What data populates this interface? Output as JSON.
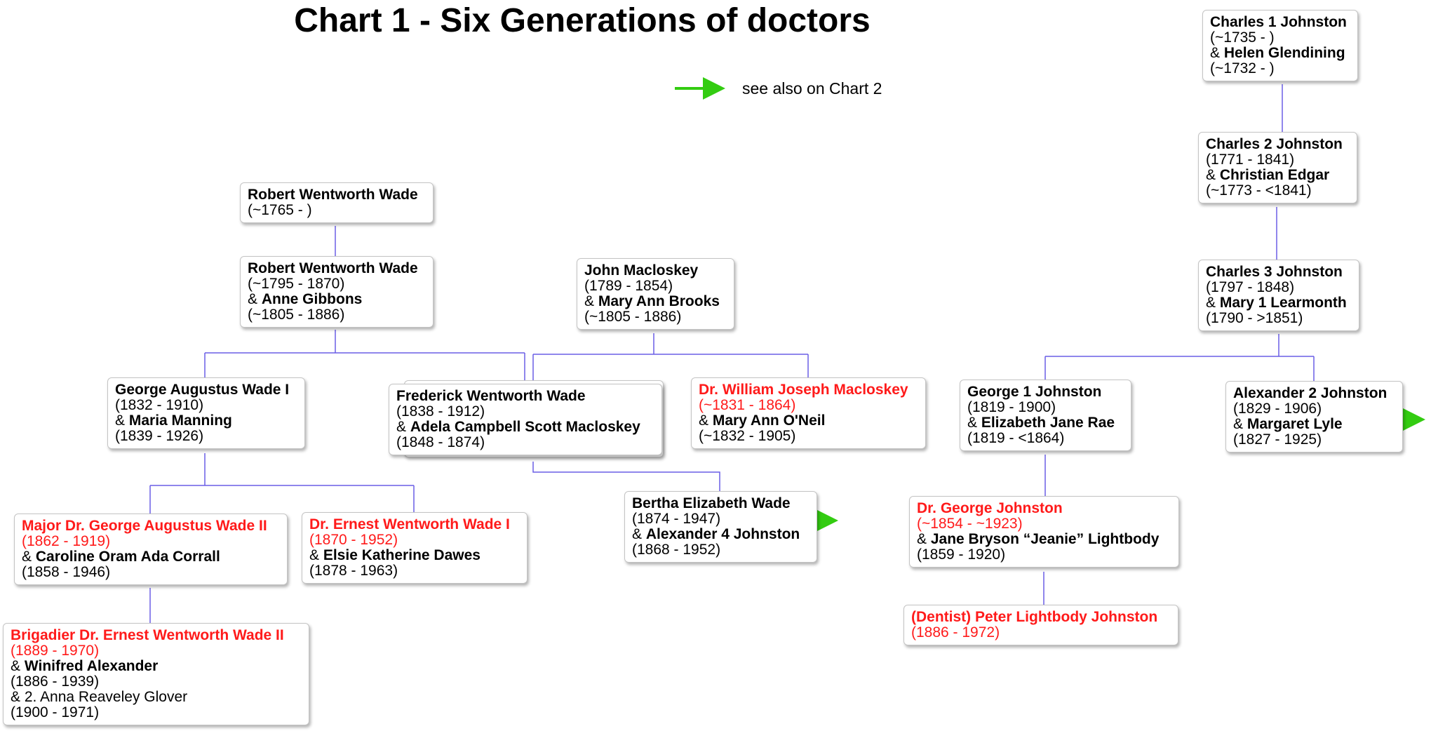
{
  "title": "Chart 1 - Six Generations of doctors",
  "colors": {
    "doctor": "#ff1a1a",
    "link_line": "#6a5ee6",
    "arrow": "#33cc11"
  },
  "legend": {
    "text": "see also on Chart 2"
  },
  "people": {
    "rww1": {
      "name": "Robert Wentworth Wade",
      "dates": "(~1765 - )"
    },
    "rww2": {
      "name": "Robert Wentworth Wade",
      "dates": "(~1795 - 1870)",
      "spouse": "Anne Gibbons",
      "spouse_dates": "(~1805 - 1886)"
    },
    "jm": {
      "name": "John Macloskey",
      "dates": "(1789 - 1854)",
      "spouse": "Mary Ann Brooks",
      "spouse_dates": "(~1805 - 1886)"
    },
    "gaw1": {
      "name": "George Augustus Wade I",
      "dates": "(1832 - 1910)",
      "spouse": "Maria Manning",
      "spouse_dates": "(1839 - 1926)"
    },
    "fww": {
      "name": "Frederick Wentworth Wade",
      "dates": "(1838 - 1912)",
      "spouse": "Adela Campbell Scott Macloskey",
      "spouse_dates": "(1848 - 1874)"
    },
    "wjm": {
      "name": "Dr. William Joseph Macloskey",
      "dates": "(~1831 - 1864)",
      "spouse": "Mary Ann O'Neil",
      "spouse_dates": "(~1832 - 1905)"
    },
    "gaw2": {
      "name": "Major Dr. George Augustus Wade II",
      "dates": "(1862 - 1919)",
      "spouse": "Caroline Oram Ada Corrall",
      "spouse_dates": "(1858 - 1946)"
    },
    "eww1": {
      "name": "Dr. Ernest Wentworth Wade I",
      "dates": "(1870 - 1952)",
      "spouse": "Elsie Katherine Dawes",
      "spouse_dates": "(1878 - 1963)"
    },
    "bew": {
      "name": "Bertha Elizabeth Wade",
      "dates": "(1874 - 1947)",
      "spouse": "Alexander 4 Johnston",
      "spouse_dates": "(1868 - 1952)"
    },
    "eww2": {
      "name": "Brigadier Dr.  Ernest Wentworth Wade II",
      "dates": "(1889 - 1970)",
      "spouse": "Winifred Alexander",
      "spouse_dates": "(1886 - 1939)",
      "spouse2": "& 2. Anna Reaveley Glover",
      "spouse2_dates": "(1900 - 1971)"
    },
    "cj1": {
      "name": "Charles 1 Johnston",
      "dates": "(~1735 - )",
      "spouse": "Helen Glendining",
      "spouse_dates": "(~1732 - )"
    },
    "cj2": {
      "name": "Charles 2 Johnston",
      "dates": "(1771 - 1841)",
      "spouse": "Christian Edgar",
      "spouse_dates": "(~1773 - <1841)"
    },
    "cj3": {
      "name": "Charles 3 Johnston",
      "dates": "(1797 - 1848)",
      "spouse": "Mary 1 Learmonth",
      "spouse_dates": "(1790 - >1851)"
    },
    "gj1": {
      "name": "George 1 Johnston",
      "dates": "(1819 - 1900)",
      "spouse": "Elizabeth Jane Rae",
      "spouse_dates": "(1819 - <1864)"
    },
    "aj2": {
      "name": "Alexander 2 Johnston",
      "dates": "(1829 - 1906)",
      "spouse": "Margaret Lyle",
      "spouse_dates": "(1827 - 1925)"
    },
    "gj": {
      "name": "Dr. George Johnston",
      "dates": "(~1854 - ~1923)",
      "spouse": "Jane Bryson “Jeanie” Lightbody",
      "spouse_dates": "(1859 - 1920)"
    },
    "plj": {
      "name": "(Dentist) Peter Lightbody Johnston",
      "dates": "(1886 - 1972)"
    }
  }
}
